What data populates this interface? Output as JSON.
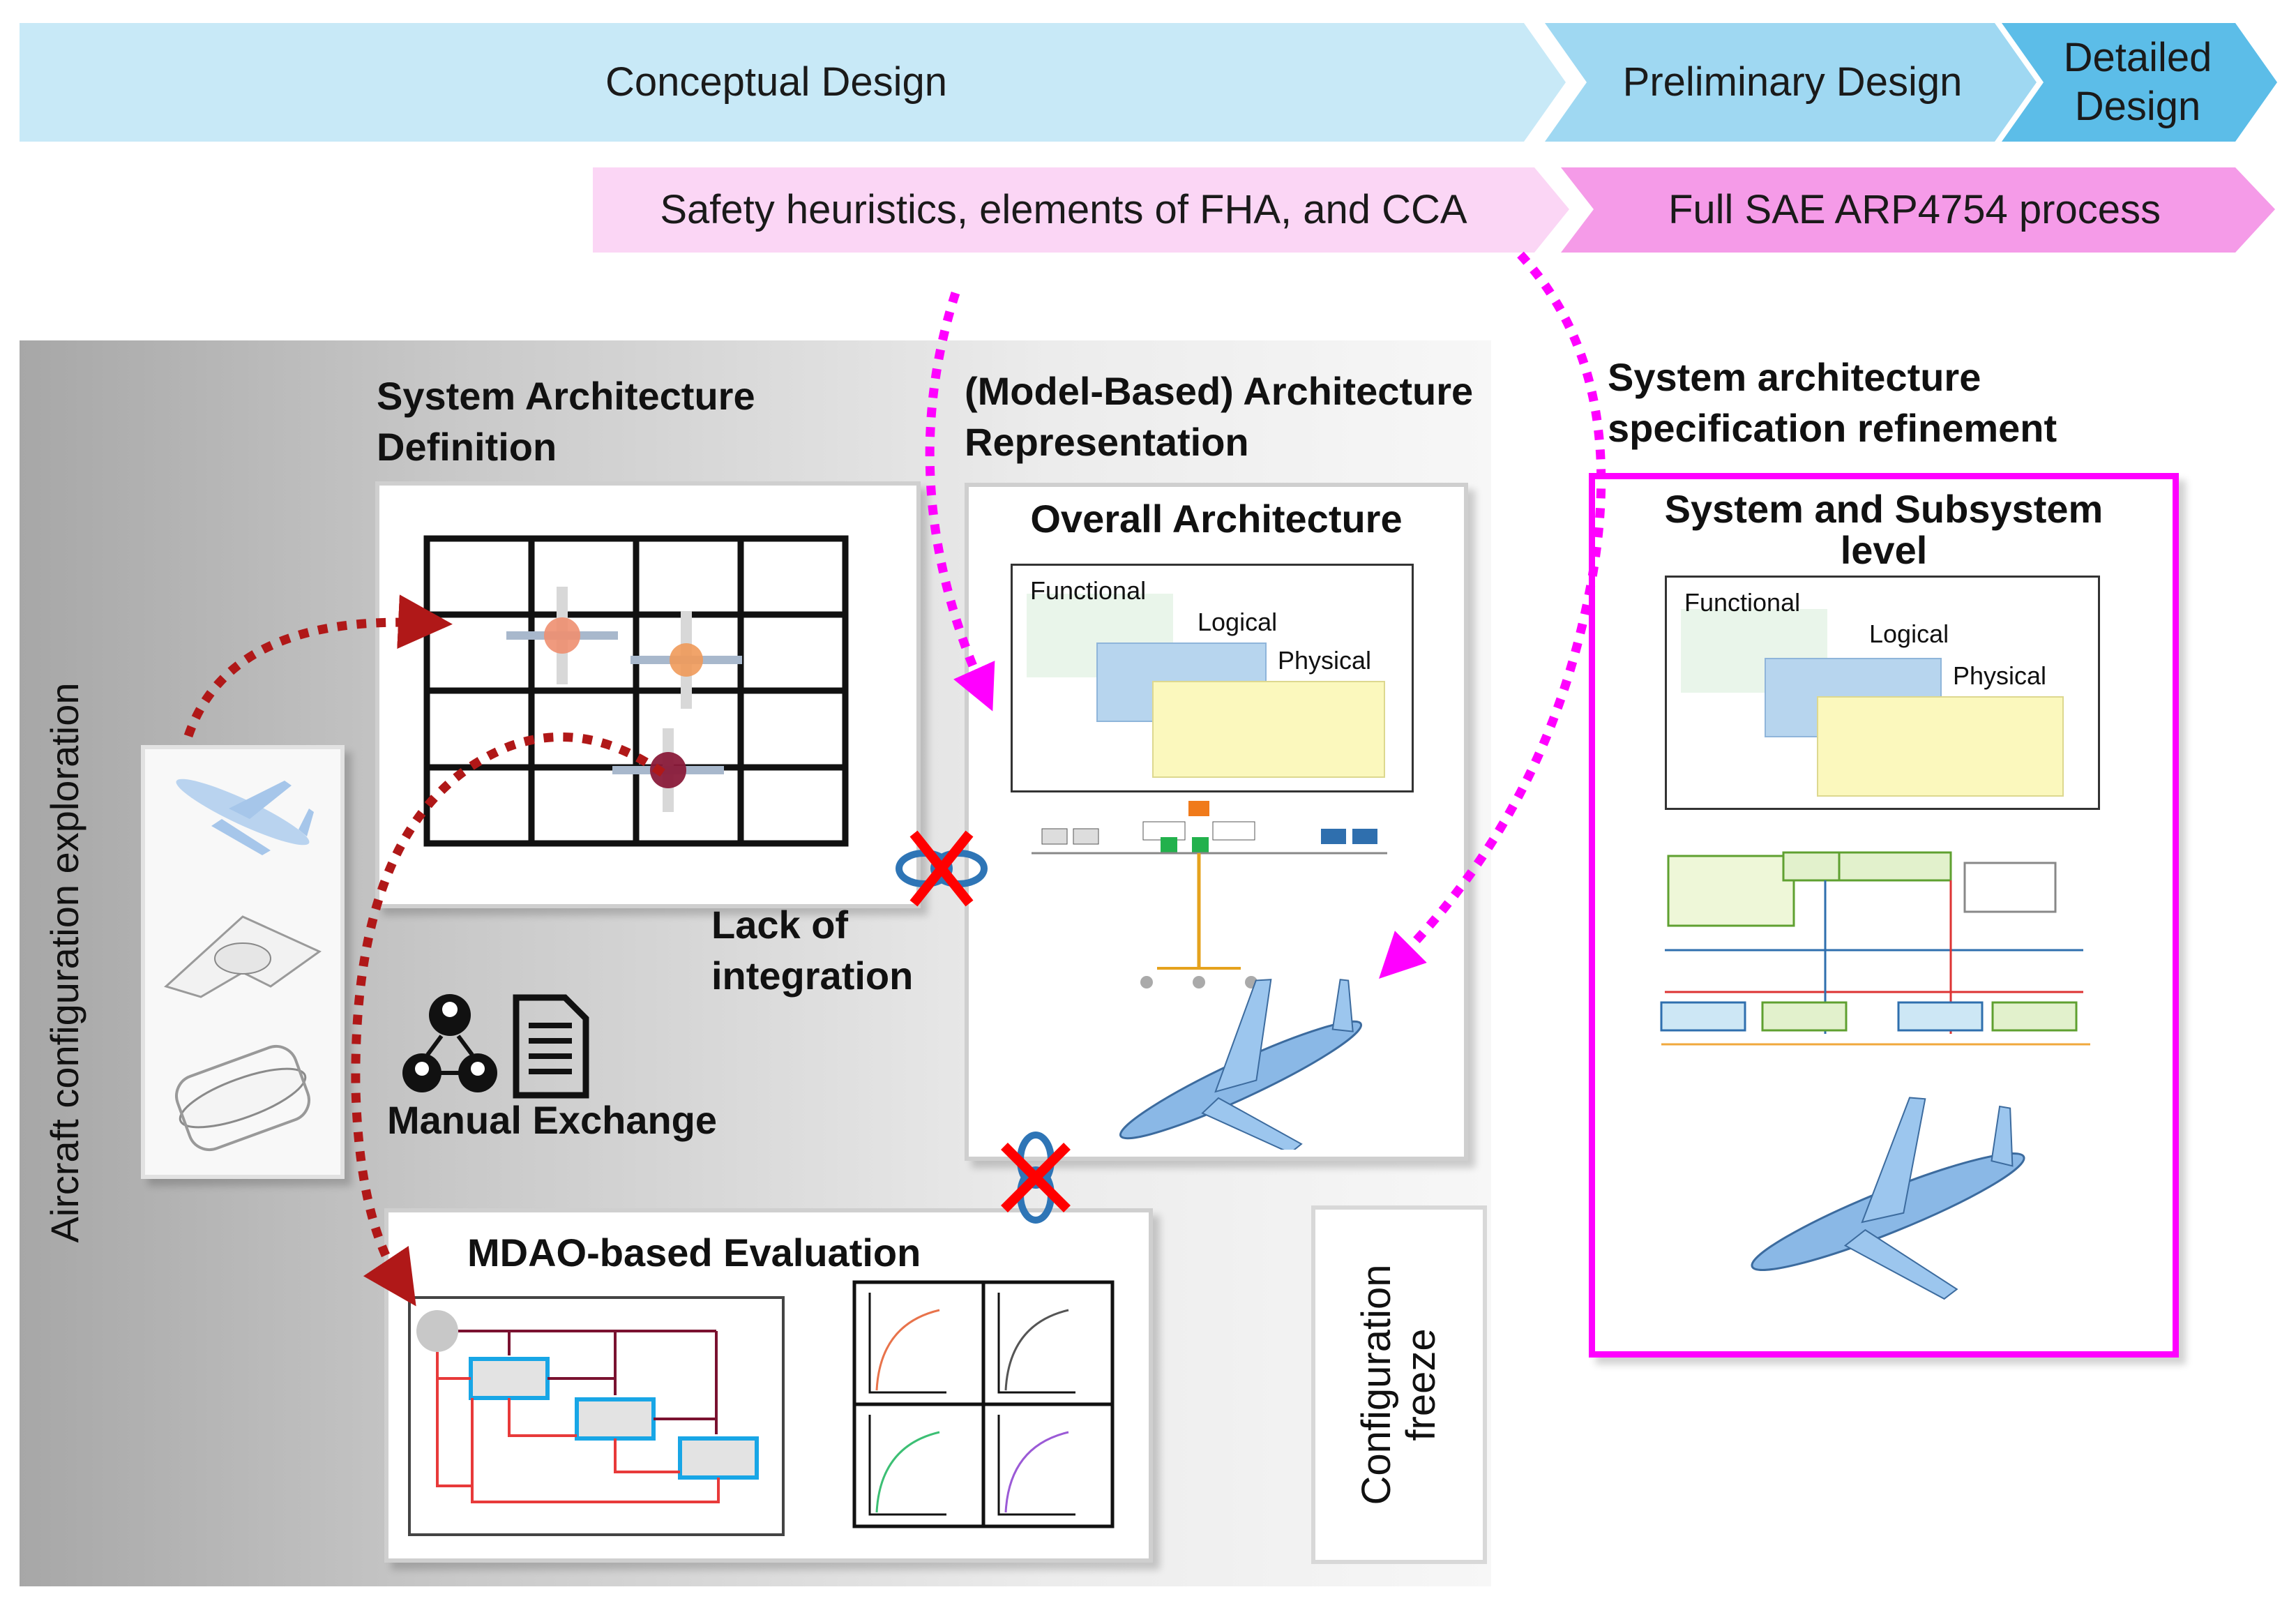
{
  "phases": {
    "conceptual": "Conceptual  Design",
    "preliminary": "Preliminary  Design",
    "detailed": "Detailed\nDesign"
  },
  "safety": {
    "heuristics": "Safety heuristics,  elements  of FHA, and  CCA",
    "full_process": "Full  SAE ARP4754 process"
  },
  "vertical_label": "Aircraft configuration exploration",
  "sys_arch_def": {
    "title": "System Architecture\nDefinition"
  },
  "mbse": {
    "header": "(Model-Based) Architecture\nRepresentation",
    "panel_title": "Overall Architecture",
    "layers": [
      "Functional",
      "Logical",
      "Physical"
    ]
  },
  "refinement": {
    "header": "System architecture\nspecification refinement",
    "panel_title": "System and Subsystem\nlevel",
    "layers": [
      "Functional",
      "Logical",
      "Physical"
    ]
  },
  "lack_integration": "Lack of\nintegration",
  "manual_exchange": "Manual Exchange",
  "mdao": {
    "title": "MDAO-based Evaluation"
  },
  "config_freeze": "Configuration\nfreeze",
  "colors": {
    "phase_light": "#c8e9f7",
    "phase_mid": "#9fd8f2",
    "phase_dark": "#5cbde8",
    "pink_light": "#fbd6f5",
    "pink": "#f59be8",
    "magenta": "#ff00ff",
    "dark_red": "#b01818",
    "cross_red": "#ff0000"
  }
}
